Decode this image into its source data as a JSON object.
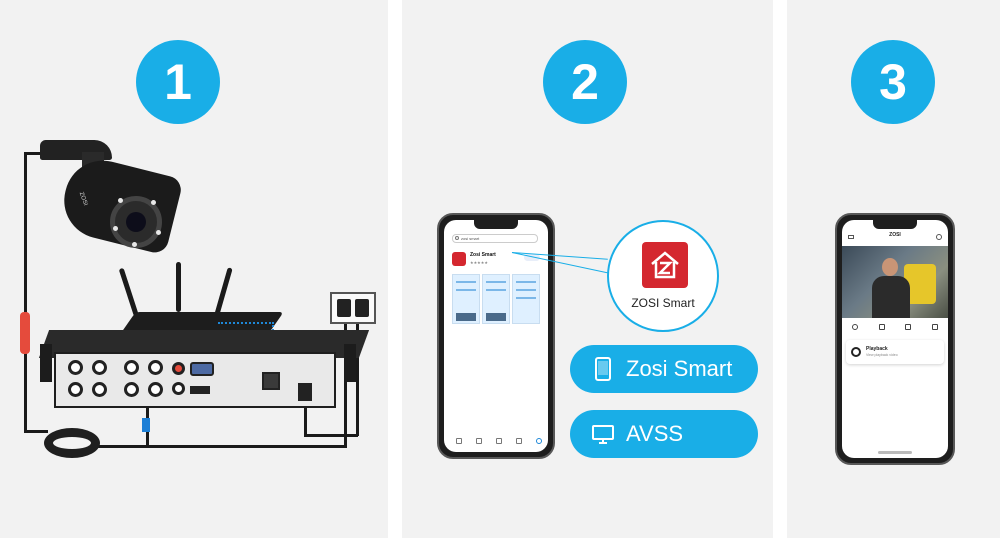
{
  "steps": [
    "1",
    "2",
    "3"
  ],
  "panel1": {
    "camera_brand": "ZOSI"
  },
  "panel2": {
    "search_query": "zosi smart",
    "listing_app_name": "Zosi Smart",
    "callout_app_name": "ZOSI Smart",
    "buttons": [
      {
        "label": "Zosi Smart",
        "icon": "phone-icon"
      },
      {
        "label": "AVSS",
        "icon": "monitor-icon"
      }
    ]
  },
  "panel3": {
    "app_header": "ZOSI",
    "playback_title": "Playback",
    "playback_sub": "View playback video"
  },
  "colors": {
    "accent": "#19aee7",
    "brand_red": "#d4272f",
    "panel_bg": "#f2f2f2"
  }
}
